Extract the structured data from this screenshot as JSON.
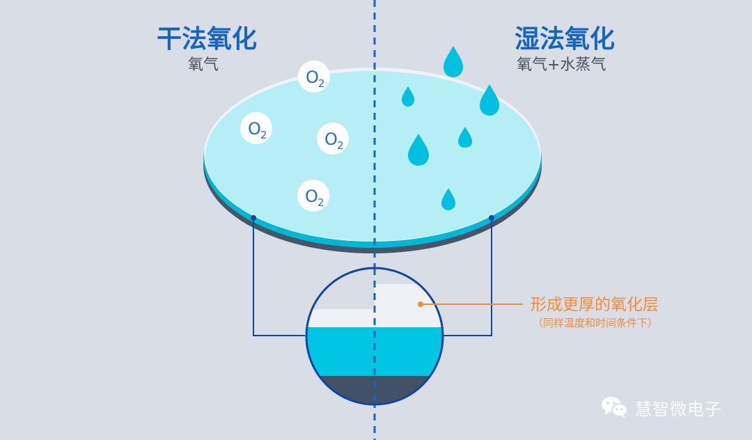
{
  "labels": {
    "dry_title": "干法氧化",
    "dry_subtitle": "氧气",
    "wet_title": "湿法氧化",
    "wet_subtitle": "氧气+水蒸气",
    "callout_main": "形成更厚的氧化层",
    "callout_sub": "（同样温度和时间条件下）",
    "o2_label": "O2",
    "o2_base": "O",
    "o2_subscript": "2",
    "watermark_text": "慧智微电子"
  },
  "colors": {
    "background": "#d8dde6",
    "title_blue": "#1565c0",
    "subtitle_gray": "#4a4f5a",
    "disk_top": "#b6eef6",
    "disk_rim_light": "#eef3f7",
    "disk_edge_cyan": "#00b7d4",
    "disk_base_dark": "#465568",
    "droplet_cyan": "#00bfe0",
    "callout_orange": "#f28b3a",
    "line_blue": "#0d47a1",
    "layer_white": "#eef2f6",
    "layer_cyan": "#00c6e3",
    "layer_dark": "#435166"
  },
  "icons": {
    "droplet": "water-droplet-icon",
    "watermark": "wechat-icon"
  }
}
